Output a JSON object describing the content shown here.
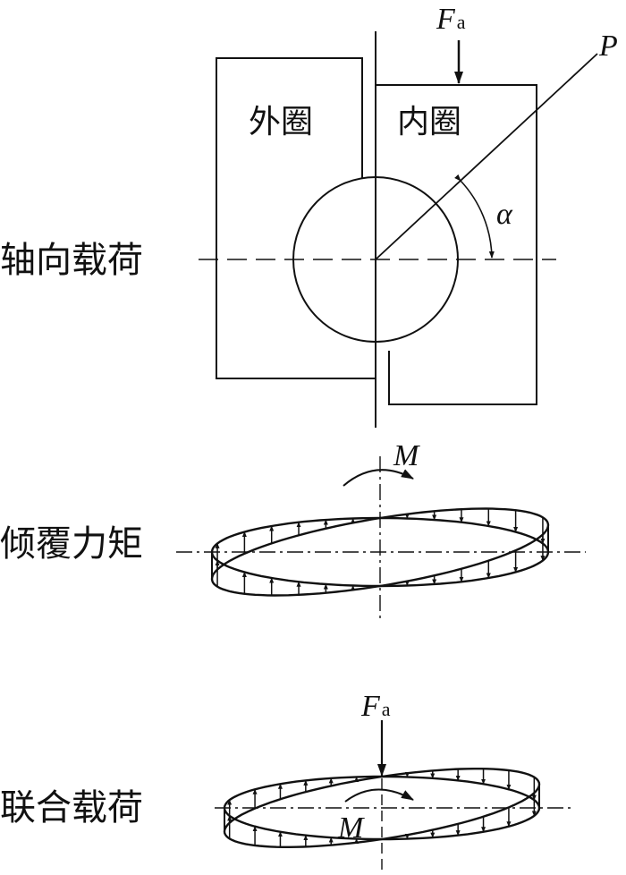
{
  "labels": {
    "axial_load": "轴向载荷",
    "tilting_moment": "倾覆力矩",
    "combined_load": "联合载荷"
  },
  "top_diagram": {
    "outer_ring": "外圈",
    "inner_ring": "内圈",
    "force_symbol": "F",
    "force_subscript": "a",
    "load_line_symbol": "P",
    "angle_symbol": "α"
  },
  "middle_diagram": {
    "moment_symbol": "M"
  },
  "bottom_diagram": {
    "force_symbol": "F",
    "force_subscript": "a",
    "moment_symbol": "M"
  },
  "colors": {
    "ink": "#111111",
    "background": "#ffffff"
  }
}
